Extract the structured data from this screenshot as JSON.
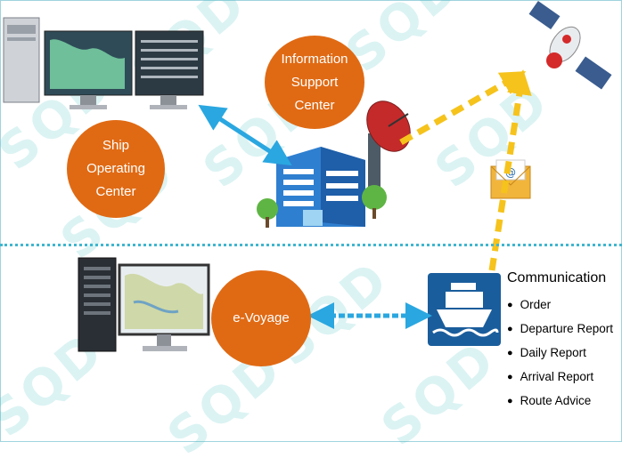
{
  "circles": {
    "info_support": "Information Support Center",
    "ship_operating": "Ship Operating Center",
    "evoyage": "e-Voyage"
  },
  "communication": {
    "title": "Communication",
    "items": [
      "Order",
      "Departure Report",
      "Daily Report",
      "Arrival Report",
      "Route Advice"
    ]
  },
  "watermark": "SQD",
  "colors": {
    "circle": "#e06a14",
    "arrow_blue": "#2aa7e0",
    "arrow_yellow": "#f5c31c",
    "divider": "#3fb6cf",
    "ship_box": "#1a5d9c"
  }
}
